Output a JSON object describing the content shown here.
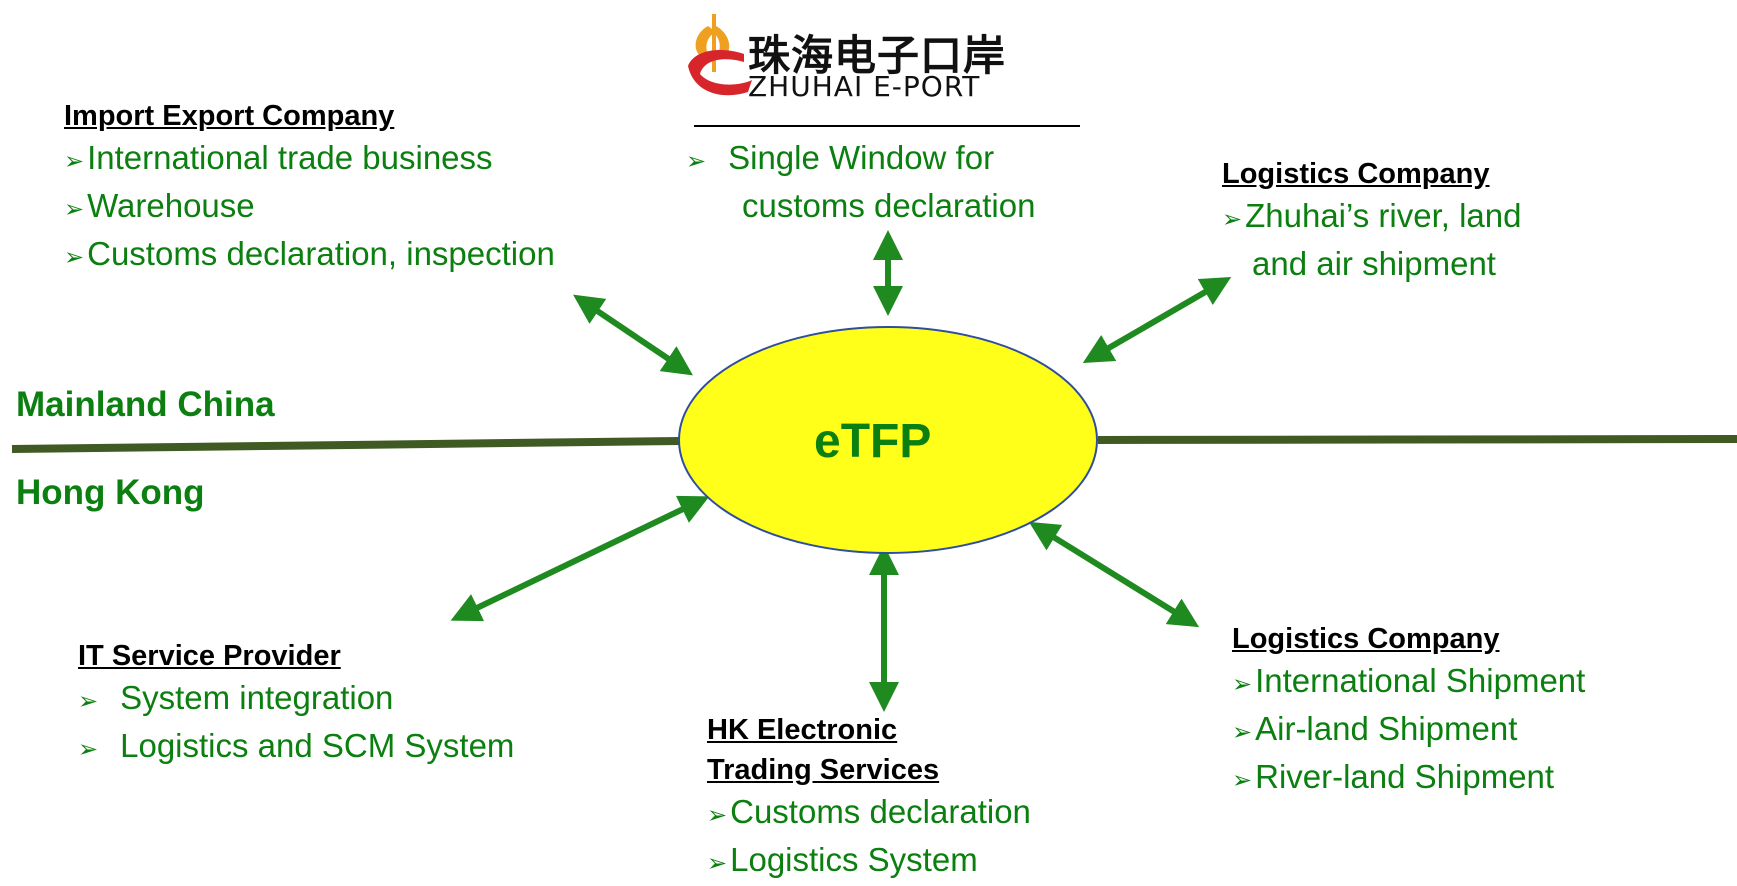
{
  "logo": {
    "cn": "珠海电子口岸",
    "en": "ZHUHAI E-PORT"
  },
  "center": {
    "label": "eTFP"
  },
  "regions": {
    "upper": "Mainland China",
    "lower": "Hong Kong"
  },
  "colors": {
    "text_green": "#0B7F0F",
    "arrow_green": "#1F8A1F",
    "ellipse_fill": "#FFFF1A",
    "ellipse_stroke": "#2E4E9E",
    "divider": "#3F5A22"
  },
  "blocks": {
    "import_export": {
      "heading": "Import Export Company",
      "items": [
        "International trade business",
        "Warehouse",
        "Customs declaration, inspection"
      ]
    },
    "eport": {
      "items": [
        "Single Window for",
        "customs declaration"
      ]
    },
    "logistics_cn": {
      "heading": "Logistics Company",
      "items": [
        "Zhuhai’s river, land",
        "and air shipment"
      ]
    },
    "it_service": {
      "heading": "IT Service Provider",
      "items": [
        "System integration",
        "Logistics and SCM System"
      ]
    },
    "hk_ets": {
      "heading_line1": "HK Electronic",
      "heading_line2": "Trading Services",
      "items": [
        "Customs declaration",
        "Logistics System"
      ]
    },
    "logistics_hk": {
      "heading": "Logistics Company",
      "items": [
        "International Shipment",
        "Air-land Shipment",
        "River-land Shipment"
      ]
    }
  }
}
